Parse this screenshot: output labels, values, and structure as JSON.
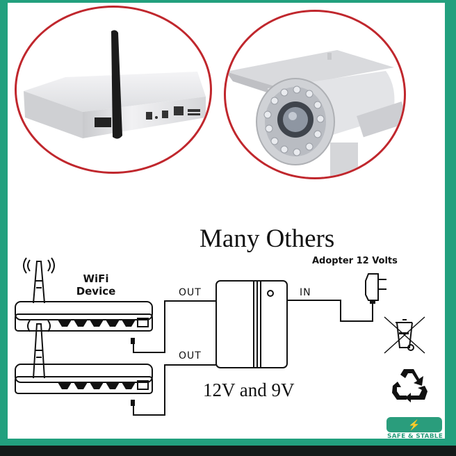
{
  "products": [
    {
      "name": "WiFi router / TV box with antenna",
      "icon": "router-photo"
    },
    {
      "name": "CCTV bullet security camera",
      "icon": "camera-photo"
    }
  ],
  "diagram": {
    "title": "Many Others",
    "adapter_label": "Adopter 12 Volts",
    "device_label_line1": "WiFi",
    "device_label_line2": "Device",
    "out_label_top": "OUT",
    "out_label_bottom": "OUT",
    "in_label": "IN",
    "voltage_label": "12V and 9V"
  },
  "icons": {
    "weee": "crossed-out-bin-icon",
    "recycle": "recycle-icon",
    "lightning": "lightning-icon"
  },
  "badge": {
    "label": "SAFE & STABLE"
  },
  "colors": {
    "frame": "#22a07e",
    "circle_border": "#c0272d",
    "badge": "#2a9d7c",
    "bottom_bar": "#141a19"
  }
}
